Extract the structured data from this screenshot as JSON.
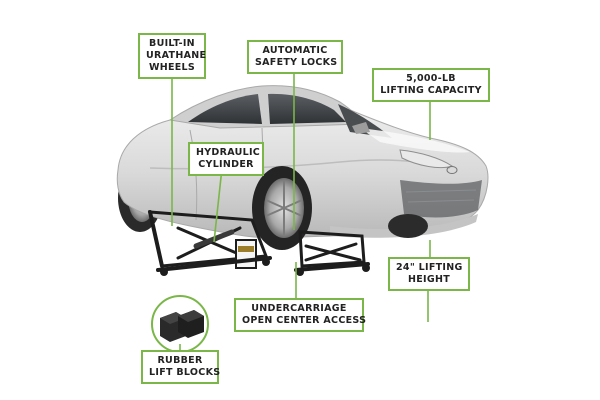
{
  "diagram": {
    "accent_color": "#7ab648",
    "callouts": [
      {
        "id": "wheels",
        "lines": [
          "BUILT-IN",
          "URATHANE",
          "WHEELS"
        ]
      },
      {
        "id": "locks",
        "lines": [
          "AUTOMATIC",
          "SAFETY LOCKS"
        ]
      },
      {
        "id": "capacity",
        "lines": [
          "5,000-LB",
          "LIFTING CAPACITY"
        ]
      },
      {
        "id": "cylinder",
        "lines": [
          "HYDRAULIC",
          "CYLINDER"
        ]
      },
      {
        "id": "height",
        "lines": [
          "24\" LIFTING",
          "HEIGHT"
        ]
      },
      {
        "id": "access",
        "lines": [
          "UNDERCARRIAGE",
          "OPEN CENTER ACCESS"
        ]
      },
      {
        "id": "blocks",
        "lines": [
          "RUBBER",
          "LIFT BLOCKS"
        ]
      }
    ]
  }
}
